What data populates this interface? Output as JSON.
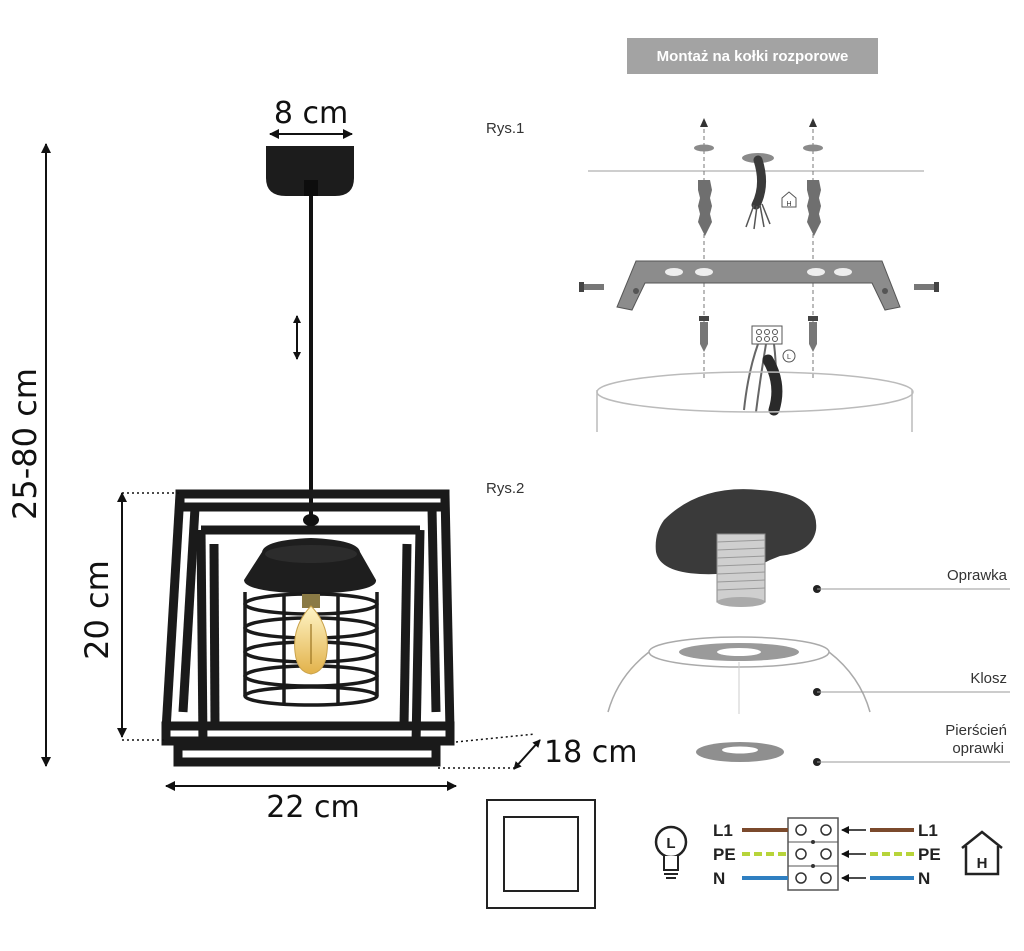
{
  "dimensions": {
    "top_width": "8 cm",
    "height_range": "25-80 cm",
    "shade_height": "20 cm",
    "depth": "18 cm",
    "width": "22 cm"
  },
  "mounting": {
    "title": "Montaż na kołki rozporowe",
    "fig1": "Rys.1",
    "fig2": "Rys.2",
    "ceiling_mark": "H",
    "lamp_mark": "L"
  },
  "parts": {
    "socket": "Oprawka",
    "shade": "Klosz",
    "ring_line1": "Pierścień",
    "ring_line2": "oprawki"
  },
  "wiring": {
    "lamp_icon": "L",
    "house_icon": "H",
    "rows": [
      {
        "left": "L1",
        "right": "L1"
      },
      {
        "left": "PE",
        "right": "PE"
      },
      {
        "left": "N",
        "right": "N"
      }
    ]
  },
  "colors": {
    "brown": "#7b4a2c",
    "yellow_green": "#b7d43a",
    "blue": "#2f7fc1",
    "black": "#1a1a1a",
    "gray_panel": "#a3a3a3"
  }
}
